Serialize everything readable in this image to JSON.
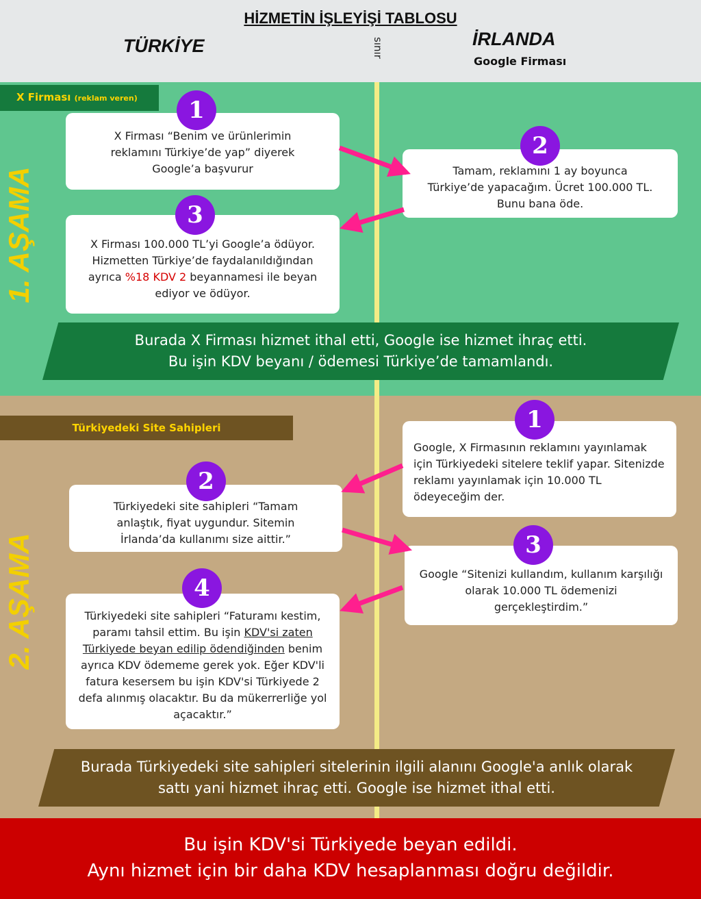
{
  "header": {
    "title": "HİZMETİN İŞLEYİŞİ TABLOSU",
    "left_country": "TÜRKİYE",
    "right_country": "İRLANDA",
    "right_company": "Google Firması",
    "border_label": "sınır"
  },
  "stage1": {
    "label": "1. AŞAMA",
    "tag_main": "X Firması",
    "tag_small": "(reklam veren)",
    "step1": {
      "num": "1",
      "text": "X Firması “Benim ve ürünlerimin reklamını Türkiye’de yap” diyerek Google’a başvurur"
    },
    "step2": {
      "num": "2",
      "text": "Tamam, reklamını 1 ay boyunca Türkiye’de yapacağım. Ücret 100.000 TL. Bunu bana öde."
    },
    "step3": {
      "num": "3",
      "text_a": "X Firması 100.000 TL’yi Google’a ödüyor. Hizmetten Türkiye’de faydalanıldığından ayrıca ",
      "text_red": "%18 KDV 2",
      "text_b": " beyannamesi ile beyan ediyor ve ödüyor."
    },
    "banner_line1": "Burada X Firması hizmet ithal etti, Google ise hizmet ihraç etti.",
    "banner_line2": "Bu işin KDV beyanı / ödemesi Türkiye’de tamamlandı."
  },
  "stage2": {
    "label": "2. AŞAMA",
    "tag": "Türkiyedeki Site Sahipleri",
    "step1": {
      "num": "1",
      "text": "Google, X Firmasının reklamını yayınlamak için Türkiyedeki sitelere teklif yapar. Sitenizde reklamı yayınlamak için 10.000 TL ödeyeceğim der."
    },
    "step2": {
      "num": "2",
      "text": "Türkiyedeki site sahipleri “Tamam anlaştık, fiyat uygundur. Sitemin İrlanda’da kullanımı size aittir.”"
    },
    "step3": {
      "num": "3",
      "text": "Google “Sitenizi kullandım, kullanım karşılığı olarak 10.000 TL ödemenizi gerçekleştirdim.”"
    },
    "step4": {
      "num": "4",
      "text_a": "Türkiyedeki site sahipleri “Faturamı kestim, paramı tahsil ettim. Bu işin ",
      "text_ul": "KDV'si zaten Türkiyede beyan edilip ödendiğinden",
      "text_b": " benim ayrıca KDV ödememe gerek yok. Eğer KDV'li fatura kesersem bu işin KDV'si Türkiyede 2 defa alınmış olacaktır. Bu da mükerrerliğe yol açacaktır.”"
    },
    "banner_line1": "Burada Türkiyedeki site sahipleri sitelerinin ilgili alanını Google'a anlık olarak",
    "banner_line2": "sattı yani hizmet ihraç etti. Google ise hizmet ithal etti."
  },
  "footer": {
    "line1": "Bu işin KDV'si Türkiyede beyan edildi.",
    "line2": "Aynı hizmet için bir daha KDV hesaplanması doğru değildir."
  },
  "colors": {
    "stage1_bg": "#5fc68f",
    "stage2_bg": "#c4a982",
    "footer_bg": "#cc0000",
    "step_circle": "#8a16e0",
    "arrow": "#ff1f8e",
    "label_yellow": "#f3d000"
  }
}
